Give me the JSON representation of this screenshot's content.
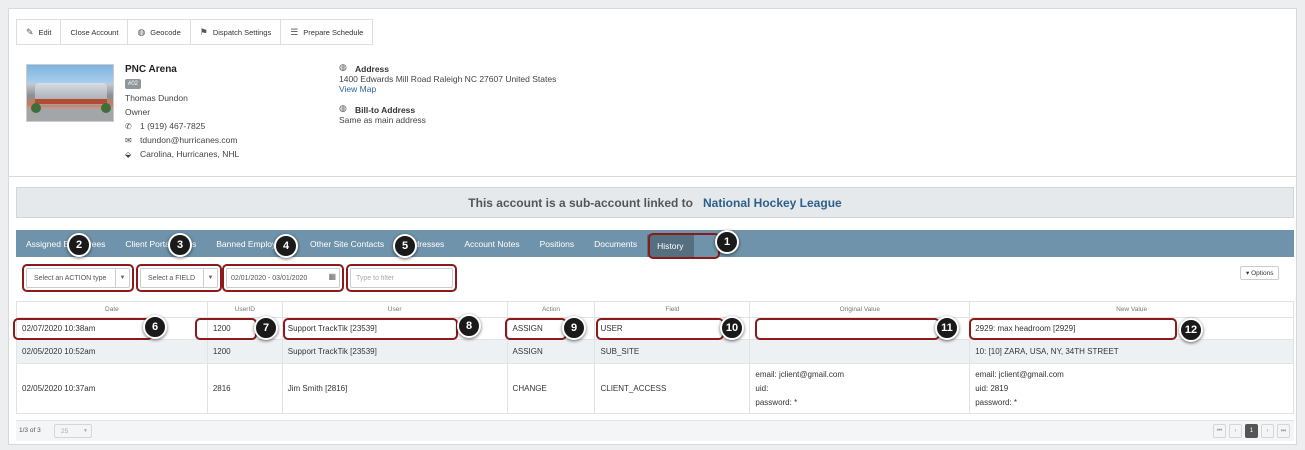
{
  "toolbar": {
    "items": [
      {
        "label": "Edit",
        "icon": "pencil-icon"
      },
      {
        "label": "Close Account",
        "icon": ""
      },
      {
        "label": "Geocode",
        "icon": "globe-icon"
      },
      {
        "label": "Dispatch Settings",
        "icon": "pin-icon"
      },
      {
        "label": "Prepare Schedule",
        "icon": "list-icon"
      }
    ]
  },
  "profile": {
    "name": "PNC Arena",
    "badge": "#02",
    "contact_name": "Thomas Dundon",
    "role": "Owner",
    "phone": "1 (919) 467-7825",
    "email": "tdundon@hurricanes.com",
    "tags": "Carolina, Hurricanes, NHL"
  },
  "address": {
    "title": "Address",
    "value": "1400 Edwards Mill Road Raleigh NC 27607 United States",
    "map_link": "View Map",
    "bill_title": "Bill-to Address",
    "bill_value": "Same as main address"
  },
  "banner": {
    "text": "This account is a sub-account linked to",
    "link": "National Hockey League"
  },
  "tabs": [
    {
      "label": "Assigned Employees"
    },
    {
      "label": "Client Portal Users"
    },
    {
      "label": "Banned Employees"
    },
    {
      "label": "Other Site Contacts"
    },
    {
      "label": "Addresses"
    },
    {
      "label": "Account Notes"
    },
    {
      "label": "Positions"
    },
    {
      "label": "Documents"
    },
    {
      "label": "History"
    }
  ],
  "filters": {
    "action": "Select an ACTION type",
    "field": "Select a FIELD",
    "date_range": "02/01/2020 - 03/01/2020",
    "search_placeholder": "Type to filter",
    "options": "▾ Options"
  },
  "table": {
    "headers": [
      "Date",
      "UserID",
      "User",
      "Action",
      "Field",
      "Original Value",
      "New Value"
    ],
    "rows": [
      {
        "date": "02/07/2020 10:38am",
        "userid": "1200",
        "user": "Support TrackTik [23539]",
        "action": "ASSIGN",
        "field": "USER",
        "original": "",
        "new": "2929: max headroom [2929]"
      },
      {
        "date": "02/05/2020 10:52am",
        "userid": "1200",
        "user": "Support TrackTik [23539]",
        "action": "ASSIGN",
        "field": "SUB_SITE",
        "original": "",
        "new": "10: [10] ZARA, USA, NY, 34TH STREET"
      },
      {
        "date": "02/05/2020 10:37am",
        "userid": "2816",
        "user": "Jim Smith [2816]",
        "action": "CHANGE",
        "field": "CLIENT_ACCESS",
        "original_lines": [
          "email: jclient@gmail.com",
          "uid:",
          "password: *"
        ],
        "new_lines": [
          "email: jclient@gmail.com",
          "uid: 2819",
          "password: *"
        ]
      }
    ]
  },
  "footer": {
    "count": "1/3 of 3",
    "page_size": "25",
    "pager": [
      "⏮",
      "‹",
      "1",
      "›",
      "⏭"
    ]
  },
  "annotations": [
    "1",
    "2",
    "3",
    "4",
    "5",
    "6",
    "7",
    "8",
    "9",
    "10",
    "11",
    "12"
  ],
  "colors": {
    "tabbar": "#6f93aa",
    "active_tab": "#546f80",
    "highlight": "#8b1a1a",
    "link": "#2c6aa0"
  }
}
